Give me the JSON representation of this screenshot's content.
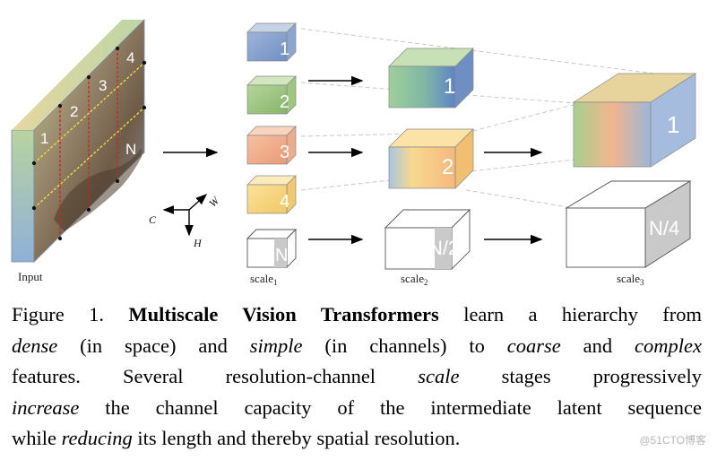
{
  "figure": {
    "input_label": "Input",
    "axes": {
      "c": "C",
      "w": "W",
      "h": "H"
    },
    "input_patch_labels": [
      "1",
      "2",
      "3",
      "4",
      "N"
    ],
    "scale1": {
      "label_base": "scale",
      "label_sub": "1",
      "cubes": [
        "1",
        "2",
        "3",
        "4",
        "N"
      ]
    },
    "scale2": {
      "label_base": "scale",
      "label_sub": "2",
      "cubes": [
        "1",
        "2",
        "N/2"
      ]
    },
    "scale3": {
      "label_base": "scale",
      "label_sub": "3",
      "cubes": [
        "1",
        "N/4"
      ]
    }
  },
  "caption": {
    "l1_a": "Figure 1. ",
    "l1_b": "Multiscale Vision Transformers",
    "l1_c": " learn a hierarchy from",
    "l2_a": "dense",
    "l2_b": " (in space) and ",
    "l2_c": "simple",
    "l2_d": " (in channels) to ",
    "l2_e": "coarse",
    "l2_f": " and ",
    "l2_g": "complex",
    "l3_a": "features.  Several resolution-channel ",
    "l3_b": "scale",
    "l3_c": " stages progressively",
    "l4_a": "increase",
    "l4_b": " the channel capacity of the intermediate latent sequence",
    "l5_a": "while ",
    "l5_b": "reducing",
    "l5_c": " its length and thereby spatial resolution."
  },
  "watermark": "@51CTO博客"
}
